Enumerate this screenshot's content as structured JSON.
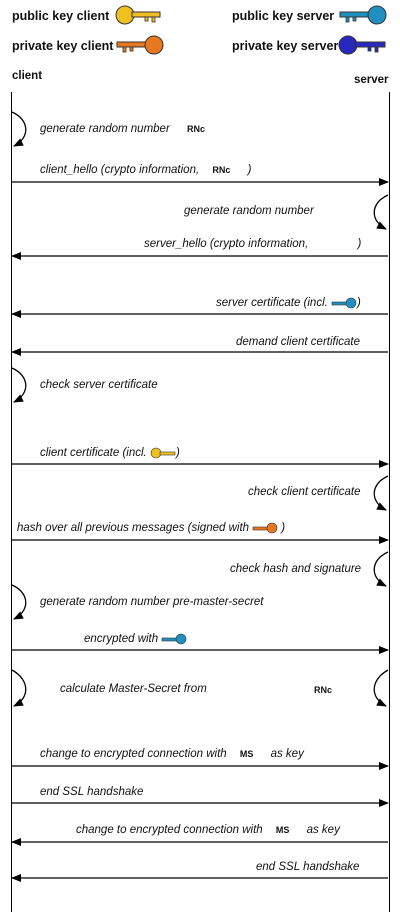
{
  "legend": {
    "public_client": "public key client",
    "private_client": "private key client",
    "public_server": "public key server",
    "private_server": "private key server"
  },
  "actors": {
    "client": "client",
    "server": "server"
  },
  "messages": {
    "gen_rn_client": "generate random number",
    "client_hello": "client_hello (crypto information,",
    "gen_rn_server": "generate random number",
    "server_hello": "server_hello (crypto information,",
    "server_cert": "server certificate (incl.",
    "demand_cert": "demand client certificate",
    "check_server_cert": "check server certificate",
    "client_cert": "client certificate (incl.",
    "check_client_cert": "check client certificate",
    "hash_prev": "hash over all previous messages (signed with",
    "check_hash": "check hash and signature",
    "gen_pms": "generate random number pre-master-secret",
    "encrypted_with": "encrypted with",
    "calc_master": "calculate Master-Secret from",
    "change_enc_client_a": "change to encrypted connection with",
    "change_enc_client_b": "as key",
    "end_ssl_client": "end SSL handshake",
    "change_enc_server_a": "change to encrypted connection with",
    "change_enc_server_b": "as key",
    "end_ssl_server": "end SSL handshake"
  },
  "labels": {
    "rnc": "RNc",
    "ms": "MS",
    "close_paren": ")"
  },
  "colors": {
    "public_client": "#f0c020",
    "private_client": "#e87820",
    "public_server": "#2090c0",
    "private_server": "#2828c0"
  }
}
